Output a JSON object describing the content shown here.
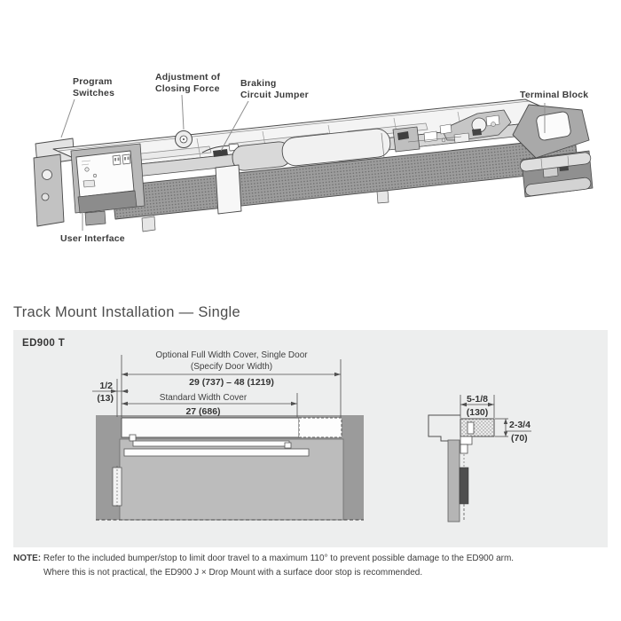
{
  "colors": {
    "panel_bg": "#edeeee",
    "frame_gray": "#9b9b9b",
    "door_gray": "#bcbcbc",
    "line_dark": "#4a4a4a"
  },
  "illustration": {
    "labels": {
      "program_switches": [
        "Program",
        "Switches"
      ],
      "closing_force": [
        "Adjustment of",
        "Closing Force"
      ],
      "braking_jumper": [
        "Braking",
        "Circuit Jumper"
      ],
      "terminal_block": "Terminal Block",
      "user_interface": "User Interface"
    }
  },
  "section": {
    "heading": "Track Mount Installation — Single",
    "model": "ED900 T"
  },
  "front_view": {
    "full_cover_label_1": "Optional Full Width Cover, Single Door",
    "full_cover_label_2": "(Specify Door Width)",
    "full_cover_dim": "29 (737) – 48 (1219)",
    "offset_dim": [
      "1/2",
      "(13)"
    ],
    "standard_cover_label": "Standard Width Cover",
    "standard_cover_dim": "27 (686)"
  },
  "side_view": {
    "depth_dim": [
      "5-1/8",
      "(130)"
    ],
    "height_dim": [
      "2-3/4",
      "(70)"
    ]
  },
  "note": {
    "label": "NOTE:",
    "line1": "Refer to the included bumper/stop to limit door travel to a maximum 110° to prevent possible damage to the ED900 arm.",
    "line2": "Where this is not practical, the ED900 J × Drop Mount with a surface door stop is recommended."
  }
}
